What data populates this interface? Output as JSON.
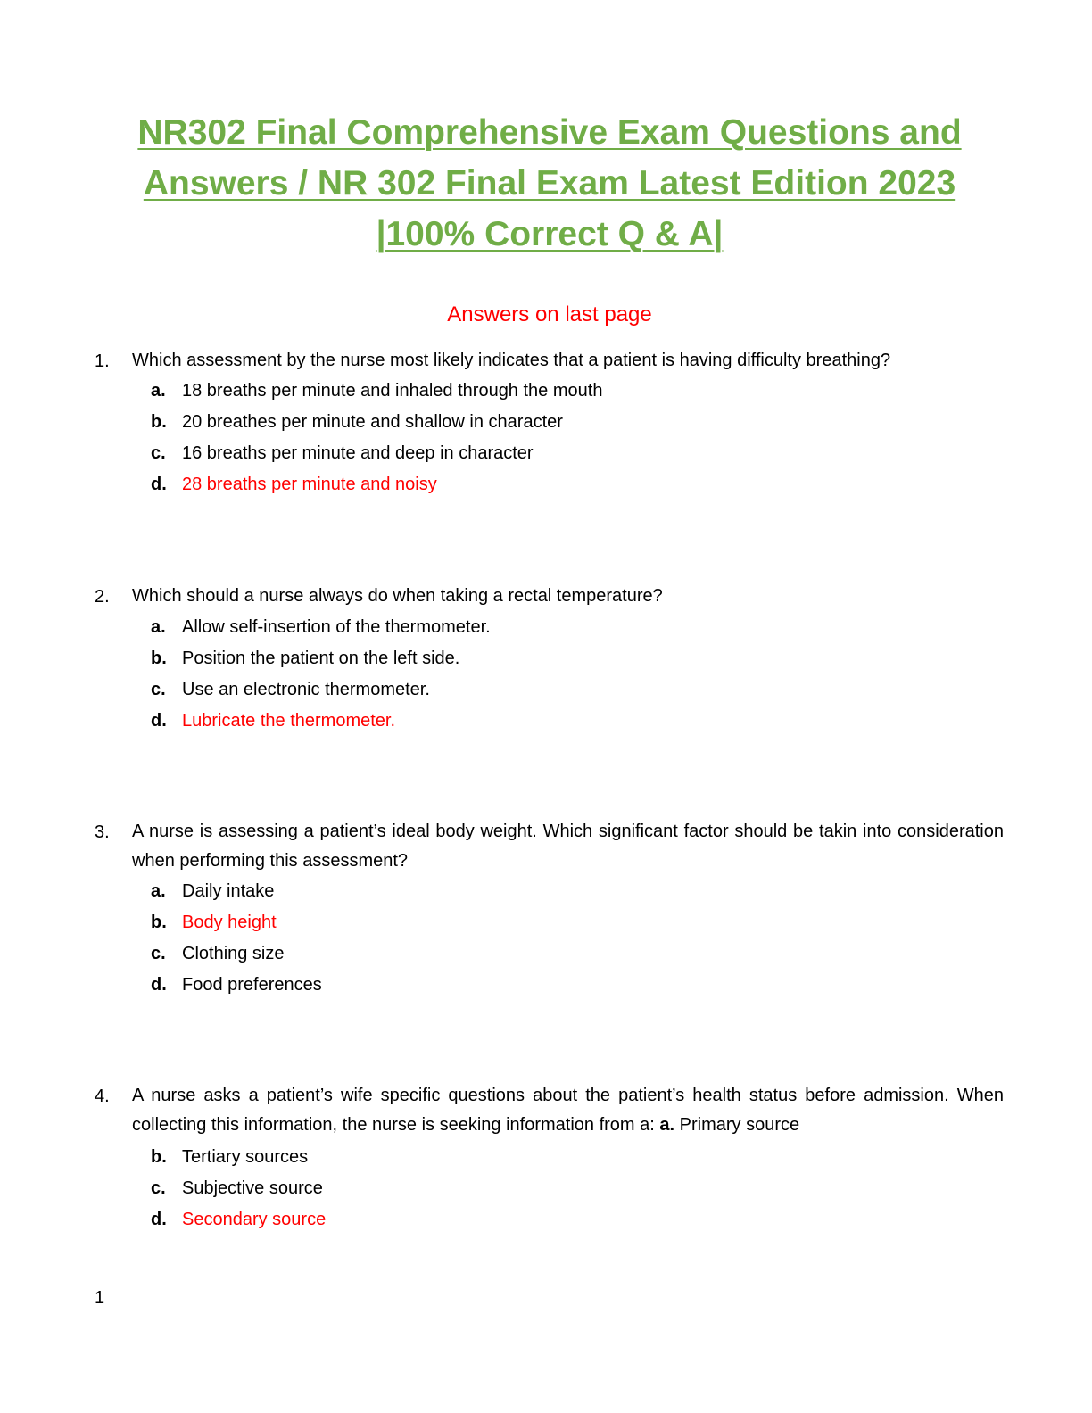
{
  "title": "NR302 Final Comprehensive Exam Questions and Answers / NR 302 Final Exam Latest Edition 2023 |100% Correct Q & A|",
  "subtitle": "Answers on last page",
  "colors": {
    "title": "#70ad47",
    "answer": "#ff0000",
    "text": "#000000"
  },
  "questions": [
    {
      "number": "1.",
      "text": "Which assessment by the nurse most likely indicates that a patient is having difficulty breathing?",
      "options": [
        {
          "letter": "a.",
          "text": "18 breaths per minute and inhaled through the mouth"
        },
        {
          "letter": "b.",
          "text": "20 breathes per minute and shallow in character"
        },
        {
          "letter": "c.",
          "text": "16 breaths per minute and deep in character"
        },
        {
          "letter": "d.",
          "text": "28 breaths per minute and noisy"
        }
      ]
    },
    {
      "number": "2.",
      "text": "Which should a nurse always do when taking a rectal temperature?",
      "options": [
        {
          "letter": "a.",
          "text": "Allow self-insertion of the thermometer."
        },
        {
          "letter": "b.",
          "text": "Position the patient on the left side."
        },
        {
          "letter": "c.",
          "text": "Use an electronic thermometer."
        },
        {
          "letter": "d.",
          "text": "Lubricate the thermometer."
        }
      ]
    },
    {
      "number": "3.",
      "text": "A nurse is assessing a patient’s ideal body weight. Which significant factor should be takin into consideration when performing this assessment?",
      "options": [
        {
          "letter": "a.",
          "text": "Daily intake"
        },
        {
          "letter": "b.",
          "text": "Body height"
        },
        {
          "letter": "c.",
          "text": "Clothing size"
        },
        {
          "letter": "d.",
          "text": "Food preferences"
        }
      ]
    },
    {
      "number": "4.",
      "text": "A nurse asks a patient’s wife specific questions about the patient’s health status before admission. When collecting this information, the nurse is seeking information from a:",
      "inline_option": {
        "letter": "a.",
        "text": "Primary source"
      },
      "options": [
        {
          "letter": "b.",
          "text": "Tertiary sources"
        },
        {
          "letter": "c.",
          "text": "Subjective source"
        },
        {
          "letter": "d.",
          "text": "Secondary source"
        }
      ]
    }
  ],
  "page_number": "1"
}
